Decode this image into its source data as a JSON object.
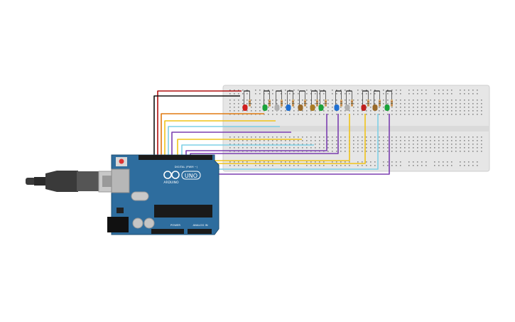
{
  "board": {
    "brand": "ARDUINO",
    "model": "UNO",
    "digital_label": "DIGITAL (PWM ~)",
    "power_label": "POWER",
    "analog_label": "ANALOG IN",
    "colors": {
      "pcb": "#2e6d9e",
      "breadboard": "#e6e6e6",
      "usb": "#9a9a9a"
    }
  },
  "leds": [
    {
      "color": "#d11f1f"
    },
    {
      "color": "#1ba33a"
    },
    {
      "color": "#b0b0b0"
    },
    {
      "color": "#1f6fd1"
    },
    {
      "color": "#9a6a2a"
    },
    {
      "color": "#a97b25"
    },
    {
      "color": "#1ba33a"
    },
    {
      "color": "#1f6fd1"
    },
    {
      "color": "#b0b0b0"
    },
    {
      "color": "#c0201e"
    },
    {
      "color": "#9a6a2a"
    },
    {
      "color": "#1ba33a"
    }
  ],
  "wire_colors": [
    "#b01010",
    "#111111",
    "#e07a10",
    "#f0c419",
    "#f0c419",
    "#7fd0e6",
    "#7b3fb0",
    "#f0c419",
    "#f0c419",
    "#7fd0e6",
    "#7b3fb0",
    "#7fd0e6",
    "#7b3fb0"
  ]
}
